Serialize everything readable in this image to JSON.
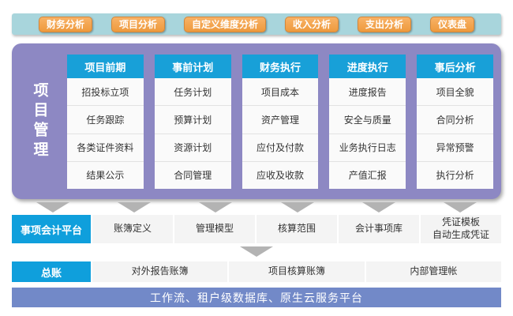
{
  "top_bar": {
    "buttons": [
      {
        "label": "财务分析"
      },
      {
        "label": "项目分析"
      },
      {
        "label": "自定义维度分析"
      },
      {
        "label": "收入分析"
      },
      {
        "label": "支出分析"
      },
      {
        "label": "仪表盘"
      }
    ]
  },
  "project_management": {
    "title": "项目管理",
    "columns": [
      {
        "header": "项目前期",
        "items": [
          "招投标立项",
          "任务跟踪",
          "各类证件资料",
          "结果公示"
        ]
      },
      {
        "header": "事前计划",
        "items": [
          "任务计划",
          "预算计划",
          "资源计划",
          "合同管理"
        ]
      },
      {
        "header": "财务执行",
        "items": [
          "项目成本",
          "资产管理",
          "应付及付款",
          "应收及收款"
        ]
      },
      {
        "header": "进度执行",
        "items": [
          "进度报告",
          "安全与质量",
          "业务执行日志",
          "产值汇报"
        ]
      },
      {
        "header": "事后分析",
        "items": [
          "项目全貌",
          "合同分析",
          "异常预警",
          "执行分析"
        ]
      }
    ]
  },
  "event_accounting_platform": {
    "label": "事项会计平台",
    "cells": [
      "账簿定义",
      "管理模型",
      "核算范围",
      "会计事项库",
      "凭证模板\n自动生成凭证"
    ]
  },
  "general_ledger": {
    "label": "总账",
    "cells": [
      "对外报告账簿",
      "项目核算账簿",
      "内部管理帐"
    ]
  },
  "bottom_bar": {
    "label": "工作流、租户级数据库、原生云服务平台"
  },
  "colors": {
    "top_bar_bg": "#a8d5dc",
    "pill_orange": "#ef9a3e",
    "container_purple": "#8d88c3",
    "column_header_blue": "#18a0d8",
    "row_label_blue": "#0f9fdc",
    "cell_gray": "#f4f4f4",
    "bottom_bar_blue": "#7289c8",
    "chevron_gray": "#b3b3b3"
  }
}
